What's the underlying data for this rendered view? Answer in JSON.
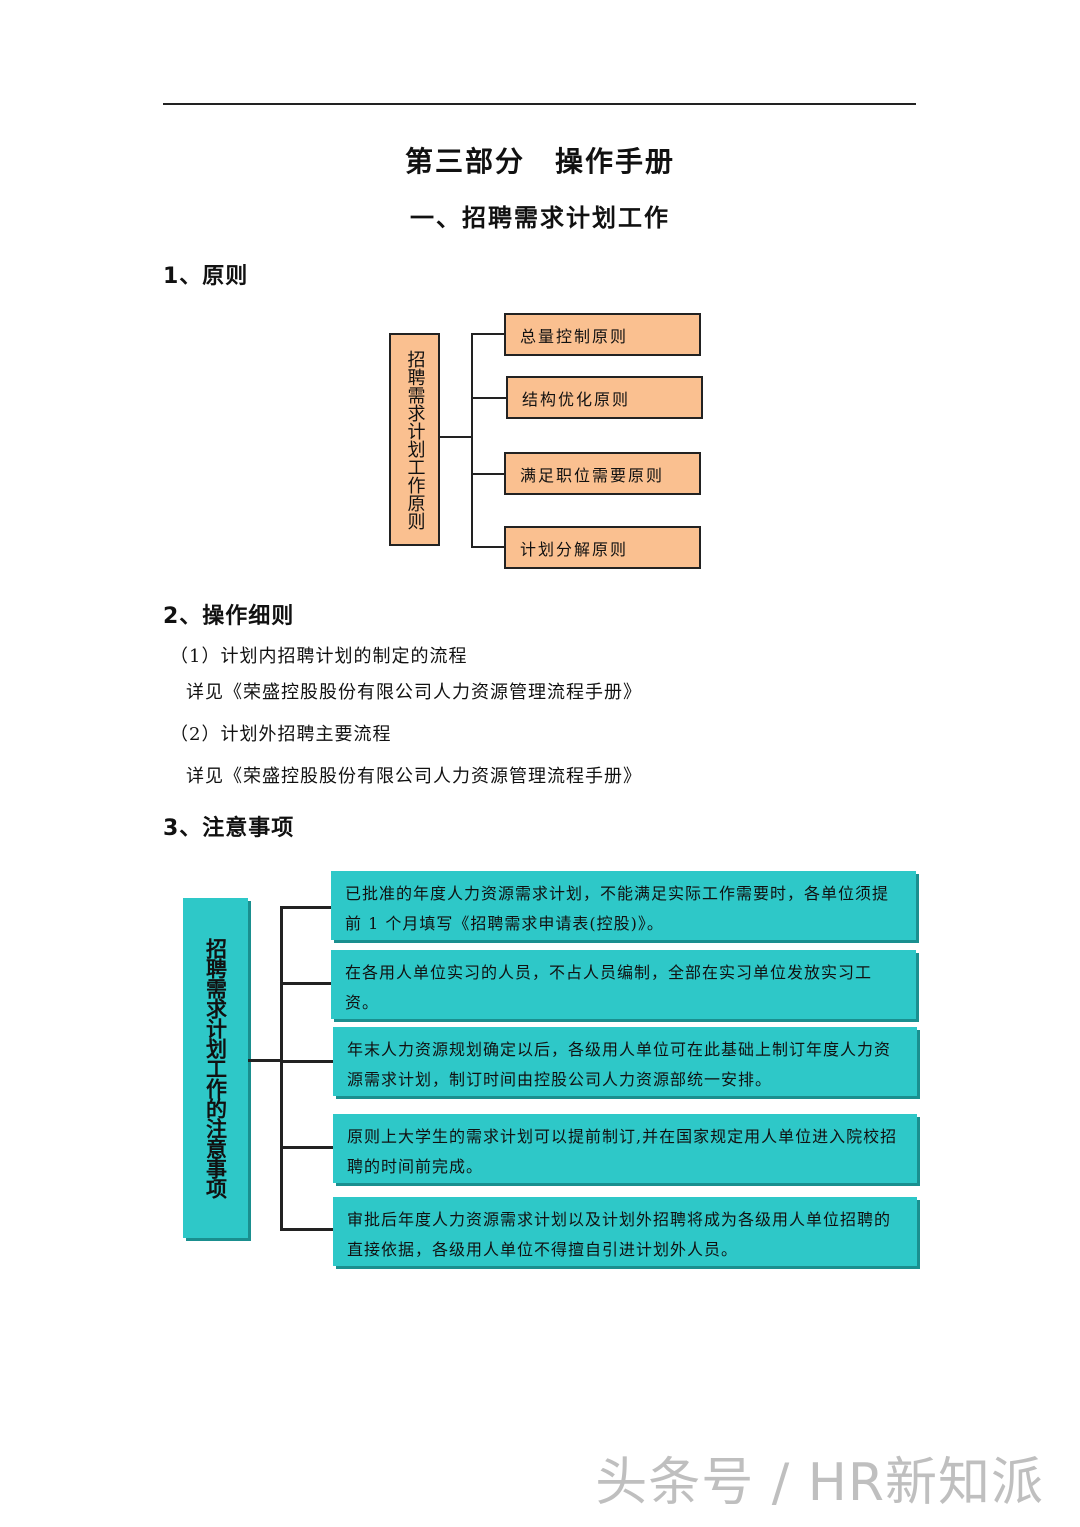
{
  "doc": {
    "part_title": "第三部分　操作手册",
    "chapter_title": "一、招聘需求计划工作"
  },
  "section1": {
    "heading": "1、原则",
    "root_label": "招聘需求计划工作原则",
    "items": [
      "总量控制原则",
      "结构优化原则",
      "满足职位需要原则",
      "计划分解原则"
    ],
    "box_color": "#fac090"
  },
  "section2": {
    "heading": "2、操作细则",
    "items": [
      {
        "title": "（1）计划内招聘计划的制定的流程",
        "detail": "详见《荣盛控股股份有限公司人力资源管理流程手册》"
      },
      {
        "title": "（2）计划外招聘主要流程",
        "detail": "详见《荣盛控股股份有限公司人力资源管理流程手册》"
      }
    ]
  },
  "section3": {
    "heading": "3、注意事项",
    "root_label": "招聘需求计划工作的注意事项",
    "items": [
      "已批准的年度人力资源需求计划，不能满足实际工作需要时，各单位须提前 1 个月填写《招聘需求申请表(控股)》。",
      "在各用人单位实习的人员，不占人员编制，全部在实习单位发放实习工资。",
      "年末人力资源规划确定以后，各级用人单位可在此基础上制订年度人力资源需求计划，制订时间由控股公司人力资源部统一安排。",
      "原则上大学生的需求计划可以提前制订,并在国家规定用人单位进入院校招聘的时间前完成。",
      "审批后年度人力资源需求计划以及计划外招聘将成为各级用人单位招聘的直接依据，各级用人单位不得擅自引进计划外人员。"
    ],
    "box_color": "#2ec8c8"
  },
  "watermark": "头条号 / HR新知派"
}
